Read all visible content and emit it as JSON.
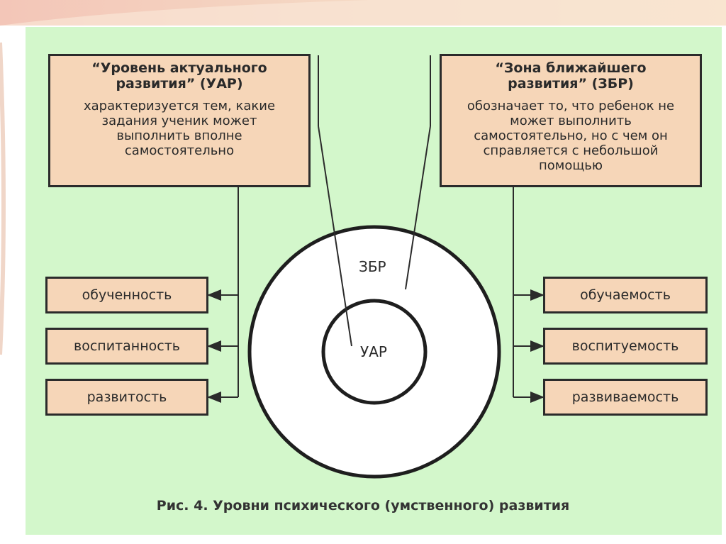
{
  "left_box": {
    "title": "“Уровень актуального\nразвития” (УАР)",
    "text": "характеризуется тем, какие\nзадания ученик может\nвыполнить вполне\nсамостоятельно"
  },
  "right_box": {
    "title": "“Зона ближайшего\nразвития” (ЗБР)",
    "text": "обозначает то, что ребенок не\nможет выполнить\nсамостоятельно, но с чем он\nсправляется с небольшой\nпомощью"
  },
  "left_items": [
    "обученность",
    "воспитанность",
    "развитость"
  ],
  "right_items": [
    "обучаемость",
    "воспитуемость",
    "развиваемость"
  ],
  "circles": {
    "outer_label": "ЗБР",
    "inner_label": "УАР"
  },
  "caption": "Рис. 4. Уровни психического (умственного) развития",
  "colors": {
    "panel": "#d3f7cb",
    "box_fill": "#f6d6b8",
    "stroke": "#2b2b2b"
  }
}
